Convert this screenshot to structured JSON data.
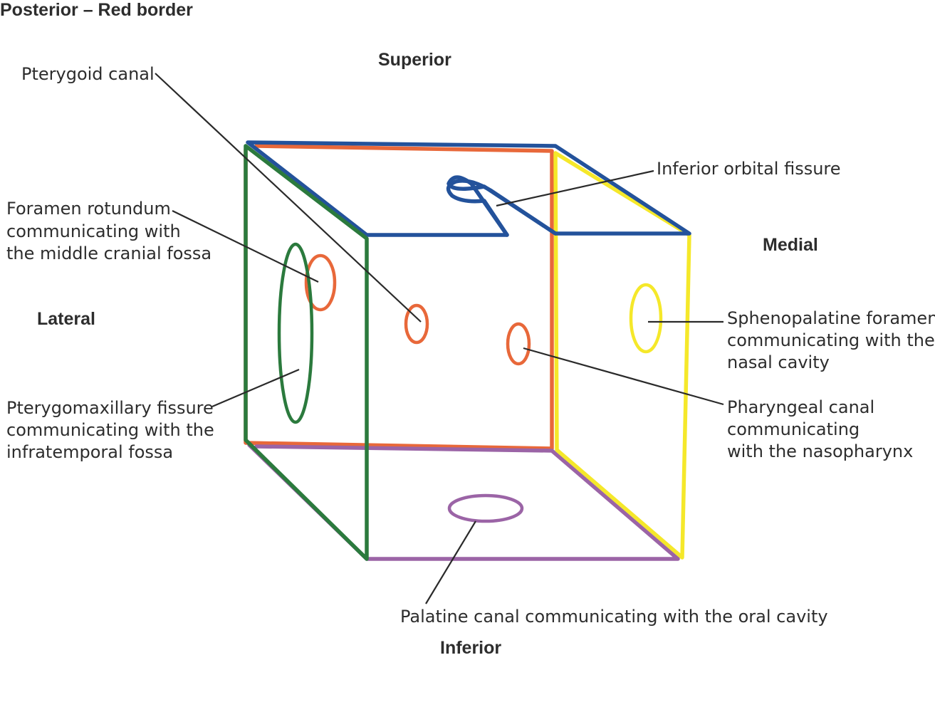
{
  "title": "Posterior – Red border",
  "directions": {
    "superior": "Superior",
    "inferior": "Inferior",
    "medial": "Medial",
    "lateral": "Lateral"
  },
  "labels": {
    "pterygoid_canal": "Pterygoid canal",
    "inferior_orbital_fissure": "Inferior orbital fissure",
    "foramen_rotundum": [
      "Foramen rotundum",
      "communicating with",
      "the middle cranial fossa"
    ],
    "pterygomaxillary_fissure": [
      "Pterygomaxillary fissure",
      "communicating with the",
      "infratemporal fossa"
    ],
    "sphenopalatine_foramen": [
      "Sphenopalatine foramen",
      "communicating with the",
      "nasal cavity"
    ],
    "pharyngeal_canal": [
      "Pharyngeal canal",
      "communicating",
      "with the nasopharynx"
    ],
    "palatine_canal": "Palatine canal communicating with the oral cavity"
  },
  "colors": {
    "posterior": "#e8683a",
    "superior": "#23529b",
    "lateral": "#2b7a3d",
    "medial": "#f5e82a",
    "inferior": "#9b64a6",
    "text": "#2d2d2d"
  }
}
